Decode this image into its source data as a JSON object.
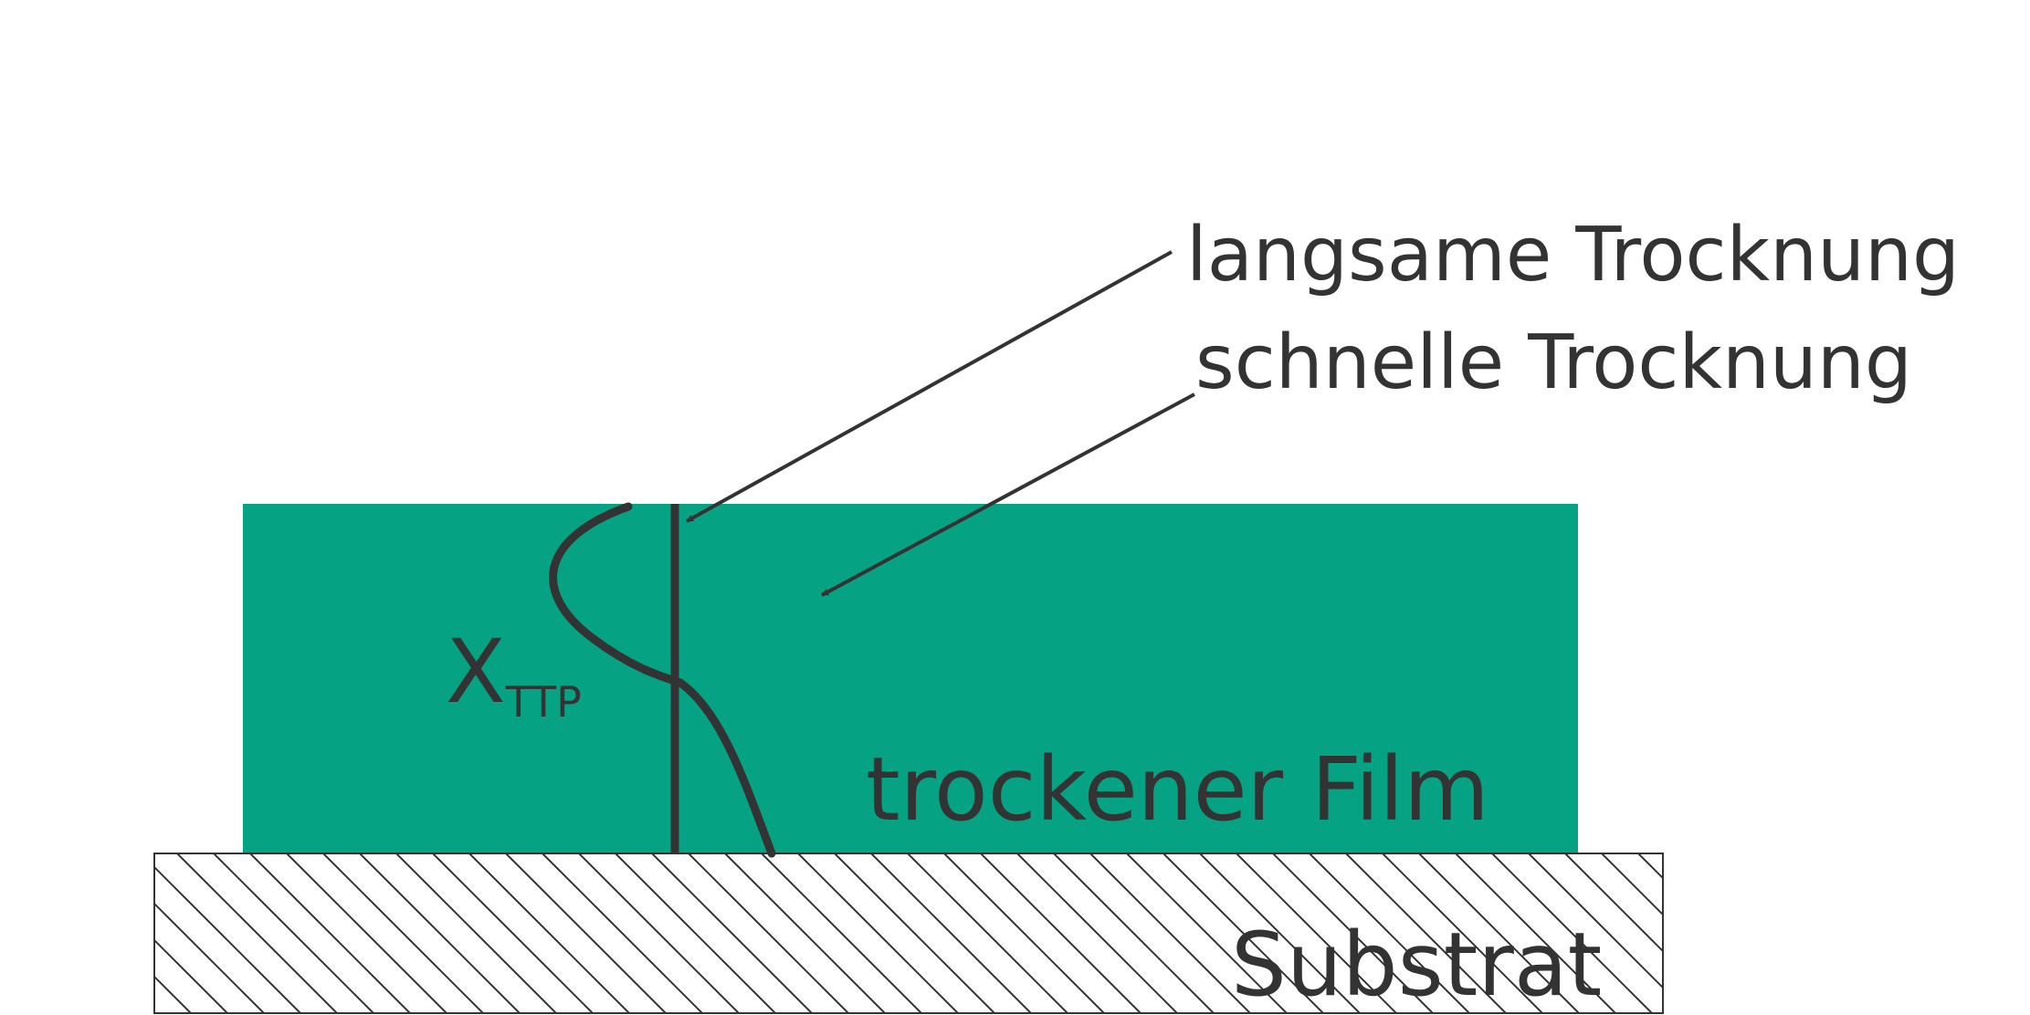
{
  "labels": {
    "slow_drying": "langsame Trocknung",
    "fast_drying": "schnelle Trocknung",
    "variable": "X",
    "variable_subscript": "TTP",
    "dry_film": "trockener Film",
    "substrate": "Substrat"
  },
  "colors": {
    "film": "#05a383",
    "ink": "#333333",
    "hatch": "#333333",
    "background": "#ffffff"
  }
}
